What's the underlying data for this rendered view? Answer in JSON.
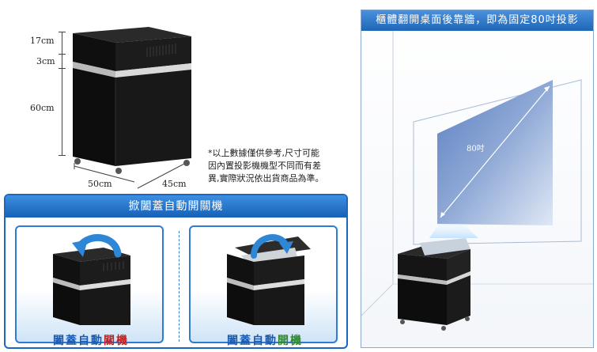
{
  "dimensions": {
    "top_height": "17cm",
    "band_height": "3cm",
    "body_height": "60cm",
    "width": "50cm",
    "depth": "45cm"
  },
  "note": {
    "line1": "*以上數據僅供參考,尺寸可能",
    "line2": "因內置投影機機型不同而有差",
    "line3": "異,實際狀況依出貨商品為準。"
  },
  "left_panel": {
    "title": "掀闔蓋自動開關機",
    "close_caption_prefix": "闔蓋自動",
    "close_caption_highlight": "關機",
    "open_caption_prefix": "闔蓋自動",
    "open_caption_highlight": "開機"
  },
  "right_panel": {
    "title": "櫃體翻開桌面後靠牆，即為固定80吋投影",
    "screen_size_label": "80吋"
  },
  "colors": {
    "panel_blue": "#1a67c2",
    "close_highlight": "#c61e1e",
    "open_highlight": "#2c8a2c",
    "caption_blue": "#1a5bb0"
  }
}
